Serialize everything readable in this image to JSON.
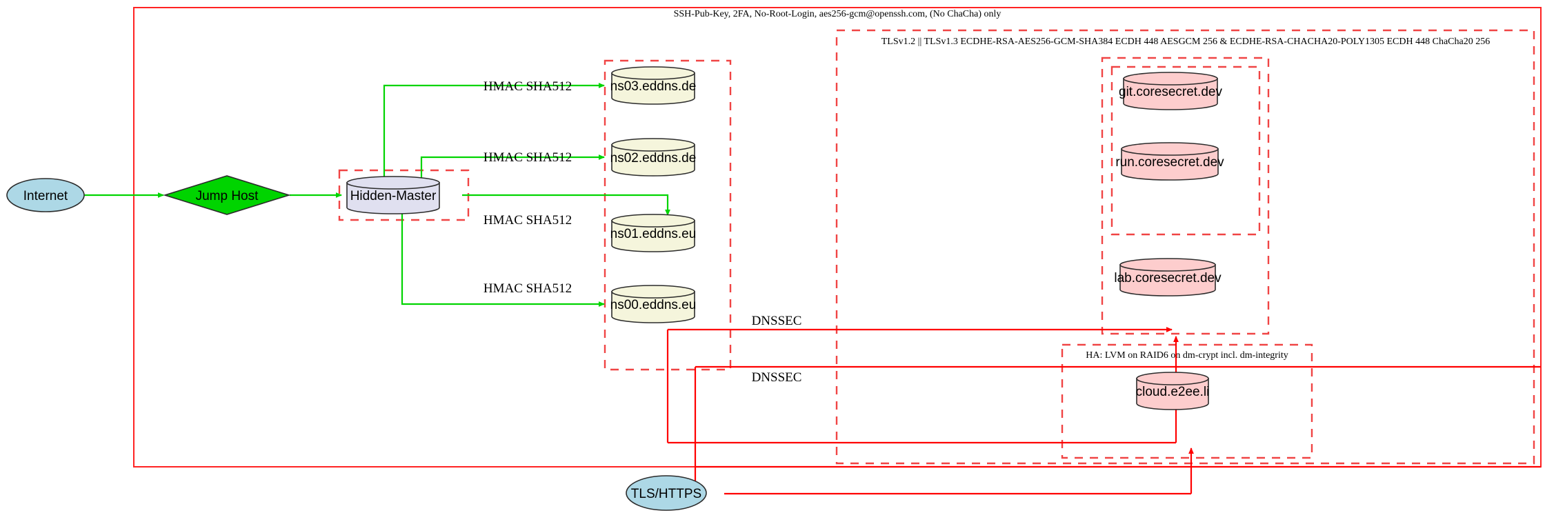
{
  "diagram": {
    "title": "Secure infrastructure network topology",
    "colors": {
      "green_edge": "#00d400",
      "red_edge": "#ff0000",
      "cluster_border": "#f04444",
      "outer_border": "#ff2222",
      "ellipse_fill": "#add8e6",
      "diamond_fill": "#00d400",
      "dns_cylinder_fill": "#f5f5dc",
      "master_cylinder_fill": "#e0e0f0",
      "service_cylinder_fill": "#fdcdcd"
    },
    "clusters": [
      {
        "id": "ssh-cluster",
        "label": "SSH-Pub-Key, 2FA, No-Root-Login, aes256-gcm@openssh.com, (No ChaCha) only",
        "style": "solid"
      },
      {
        "id": "tls-cluster",
        "label": "TLSv1.2 || TLSv1.3 ECDHE-RSA-AES256-GCM-SHA384 ECDH 448 AESGCM 256 & ECDHE-RSA-CHACHA20-POLY1305 ECDH 448 ChaCha20 256",
        "style": "dashed"
      },
      {
        "id": "ha-cluster",
        "label": "HA: LVM on RAID6 on dm-crypt incl. dm-integrity",
        "style": "dashed"
      },
      {
        "id": "hidden-master-cluster",
        "label": "",
        "style": "dashed"
      },
      {
        "id": "dns-cluster",
        "label": "",
        "style": "dashed"
      },
      {
        "id": "coresecret-outer-cluster",
        "label": "",
        "style": "dashed"
      },
      {
        "id": "coresecret-inner-cluster",
        "label": "",
        "style": "dashed"
      }
    ],
    "nodes": [
      {
        "id": "internet",
        "label": "Internet",
        "shape": "ellipse",
        "fill": "#add8e6"
      },
      {
        "id": "jumphost",
        "label": "Jump Host",
        "shape": "diamond",
        "fill": "#00d400"
      },
      {
        "id": "master",
        "label": "Hidden-Master",
        "shape": "cylinder",
        "fill": "#e0e0f0"
      },
      {
        "id": "ns03",
        "label": "ns03.eddns.de",
        "shape": "cylinder",
        "fill": "#f5f5dc"
      },
      {
        "id": "ns02",
        "label": "ns02.eddns.de",
        "shape": "cylinder",
        "fill": "#f5f5dc"
      },
      {
        "id": "ns01",
        "label": "ns01.eddns.eu",
        "shape": "cylinder",
        "fill": "#f5f5dc"
      },
      {
        "id": "ns00",
        "label": "ns00.eddns.eu",
        "shape": "cylinder",
        "fill": "#f5f5dc"
      },
      {
        "id": "git",
        "label": "git.coresecret.dev",
        "shape": "cylinder",
        "fill": "#fdcdcd"
      },
      {
        "id": "run",
        "label": "run.coresecret.dev",
        "shape": "cylinder",
        "fill": "#fdcdcd"
      },
      {
        "id": "lab",
        "label": "lab.coresecret.dev",
        "shape": "cylinder",
        "fill": "#fdcdcd"
      },
      {
        "id": "cloud",
        "label": "cloud.e2ee.li",
        "shape": "cylinder",
        "fill": "#fdcdcd"
      },
      {
        "id": "tlshttps",
        "label": "TLS/HTTPS",
        "shape": "ellipse",
        "fill": "#add8e6"
      }
    ],
    "edges": [
      {
        "from": "internet",
        "to": "jumphost",
        "label": "",
        "color": "green"
      },
      {
        "from": "jumphost",
        "to": "master",
        "label": "",
        "color": "green"
      },
      {
        "from": "master",
        "to": "ns03",
        "label": "HMAC SHA512",
        "color": "green"
      },
      {
        "from": "master",
        "to": "ns02",
        "label": "HMAC SHA512",
        "color": "green"
      },
      {
        "from": "master",
        "to": "ns01",
        "label": "HMAC SHA512",
        "color": "green"
      },
      {
        "from": "master",
        "to": "ns00",
        "label": "HMAC SHA512",
        "color": "green"
      },
      {
        "from": "ns00",
        "to": "services",
        "label": "DNSSEC",
        "color": "red"
      },
      {
        "from": "tlshttps",
        "to": "services",
        "label": "DNSSEC",
        "color": "red"
      }
    ],
    "edge_labels": {
      "hmac": "HMAC SHA512",
      "dnssec": "DNSSEC"
    }
  }
}
